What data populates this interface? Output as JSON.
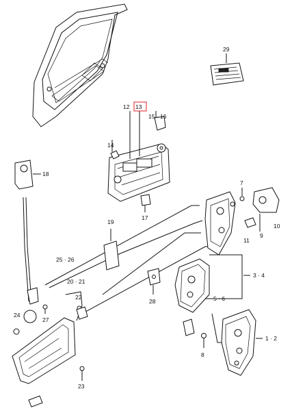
{
  "labels": {
    "p1": "12",
    "p2": "13",
    "p3": "15 · 16",
    "p4": "14",
    "p5": "29",
    "p6": "18",
    "p7": "7",
    "p8": "17",
    "p9": "9",
    "p10": "10",
    "p11": "11",
    "p12": "19",
    "p13": "25 · 26",
    "p14": "20 · 21",
    "p15": "22",
    "p16": "3 · 4",
    "p17": "5 · 6",
    "p18": "28",
    "p19": "24",
    "p20": "27",
    "p21": "1 · 2",
    "p22": "8",
    "p23": "23"
  },
  "highlighted_part": "13"
}
